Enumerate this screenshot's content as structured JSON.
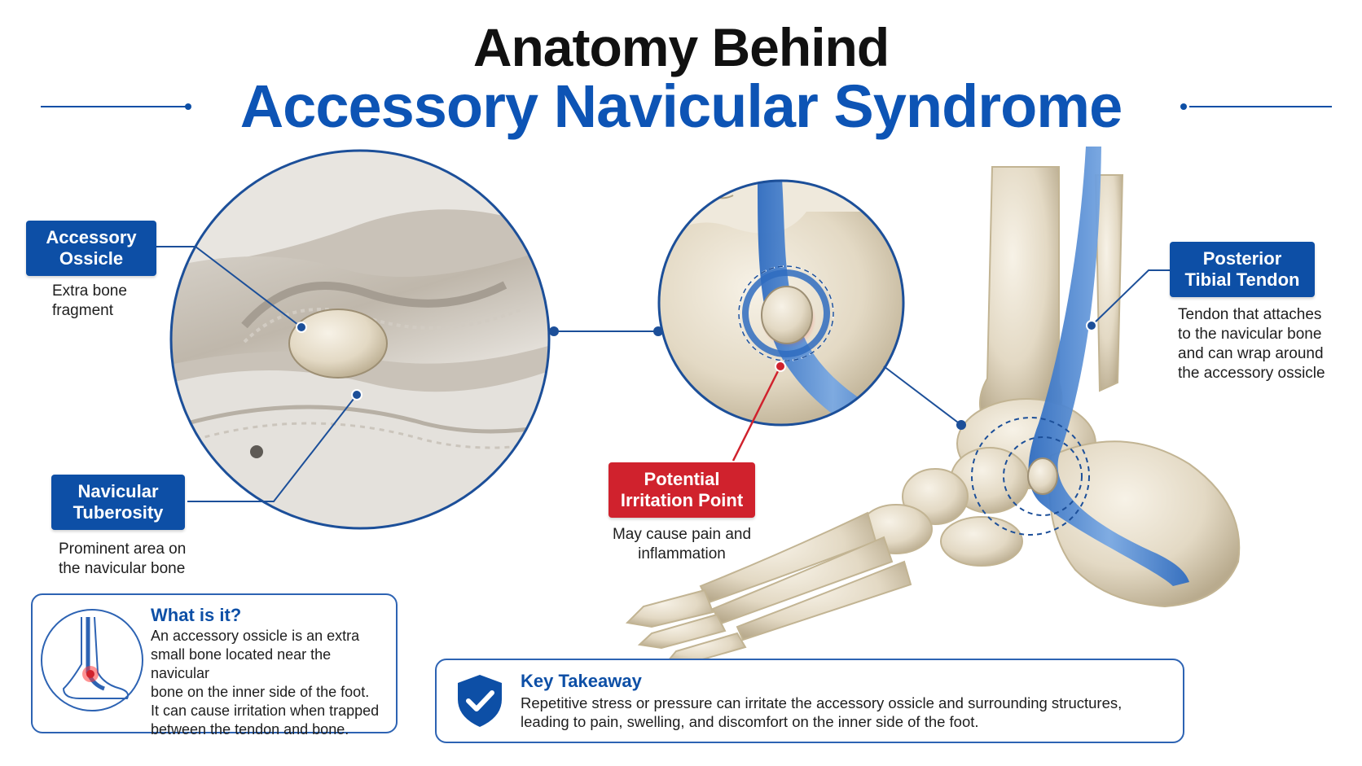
{
  "title": {
    "line1": "Anatomy Behind",
    "line2": "Accessory Navicular Syndrome"
  },
  "labels": {
    "accessory_ossicle": {
      "line1": "Accessory",
      "line2": "Ossicle",
      "desc1": "Extra bone",
      "desc2": "fragment"
    },
    "navicular_tuberosity": {
      "line1": "Navicular",
      "line2": "Tuberosity",
      "desc1": "Prominent area on",
      "desc2": "the navicular bone"
    },
    "irritation_point": {
      "line1": "Potential",
      "line2": "Irritation Point",
      "desc1": "May cause pain and",
      "desc2": "inflammation"
    },
    "posterior_tibial": {
      "line1": "Posterior",
      "line2": "Tibial Tendon",
      "desc1": "Tendon that attaches",
      "desc2": "to the navicular bone",
      "desc3": "and can wrap around",
      "desc4": "the accessory ossicle"
    }
  },
  "what_is_it": {
    "title": "What is it?",
    "l1": "An accessory ossicle is an extra",
    "l2": "small bone located near the navicular",
    "l3": "bone on the inner side of the foot.",
    "l4": "It can cause irritation when trapped",
    "l5": "between the tendon and bone."
  },
  "key_takeaway": {
    "title": "Key Takeaway",
    "l1": "Repetitive stress or pressure can irritate the accessory ossicle and surrounding structures,",
    "l2": "leading to pain, swelling, and discomfort on the inner side of the foot."
  },
  "colors": {
    "brand_blue": "#0d54b5",
    "label_blue": "#0d4fa6",
    "alert_red": "#d0222d",
    "bone": "#e8e0cf",
    "tendon": "#4a86cf"
  },
  "icons": [
    "shield-check-icon",
    "foot-icon",
    "ossicle-icon"
  ]
}
